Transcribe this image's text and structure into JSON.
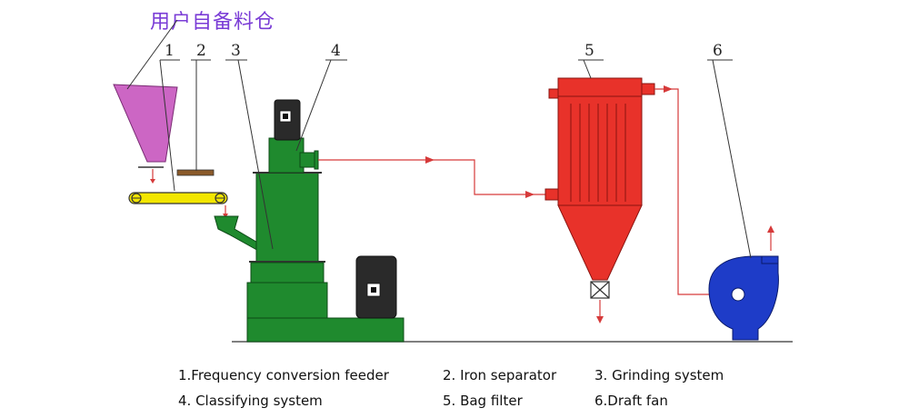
{
  "hopper_label": "用户自备料仓",
  "numbers": [
    "1",
    "2",
    "3",
    "4",
    "5",
    "6"
  ],
  "legend": [
    "1.Frequency conversion feeder",
    "2. Iron separator",
    "3. Grinding system",
    "4. Classifying system",
    "5. Bag filter",
    "6.Draft fan"
  ],
  "colors": {
    "hopper": "#cc66c4",
    "grinder": "#1f8a2e",
    "filter": "#e8322a",
    "fan": "#1e3cc8",
    "conveyor": "#f2e600",
    "pipe": "#d63a3a",
    "motor": "#333333",
    "title": "#7a3cd6"
  }
}
